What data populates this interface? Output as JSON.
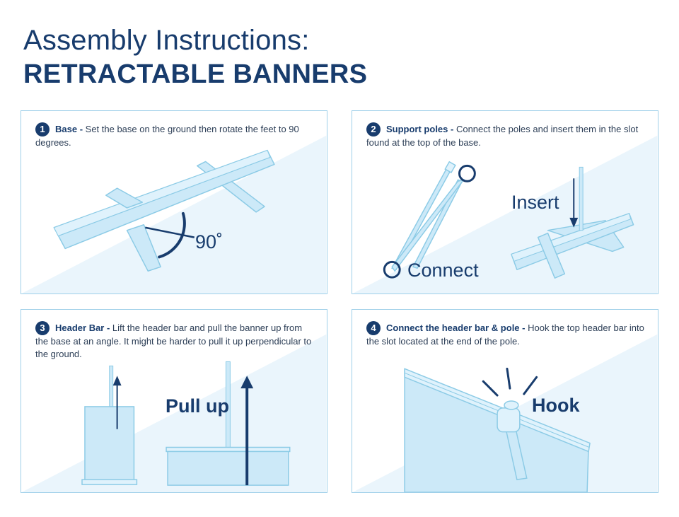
{
  "title": {
    "line1": "Assembly Instructions:",
    "line2": "RETRACTABLE BANNERS"
  },
  "panels": [
    {
      "number": "1",
      "heading": "Base -",
      "text": " Set the base on the ground then rotate the feet to 90 degrees.",
      "label": "90˚"
    },
    {
      "number": "2",
      "heading": "Support poles -",
      "text": " Connect the poles and insert them in the slot found at the top of the base.",
      "label_connect": "Connect",
      "label_insert": "Insert"
    },
    {
      "number": "3",
      "heading": "Header Bar -",
      "text": " Lift the header bar and pull the banner up from the base at an angle. It might be harder to pull it up perpendicular to the ground.",
      "label": "Pull up"
    },
    {
      "number": "4",
      "heading": "Connect the header bar & pole -",
      "text": " Hook the top header bar into the slot located at the end of the pole.",
      "label": "Hook"
    }
  ],
  "colors": {
    "navy": "#183c6d",
    "light_blue": "#c9e8f8",
    "panel_border": "#9fd0e9",
    "bg_wedge": "#eaf5fc",
    "outline": "#8ccbe6"
  }
}
